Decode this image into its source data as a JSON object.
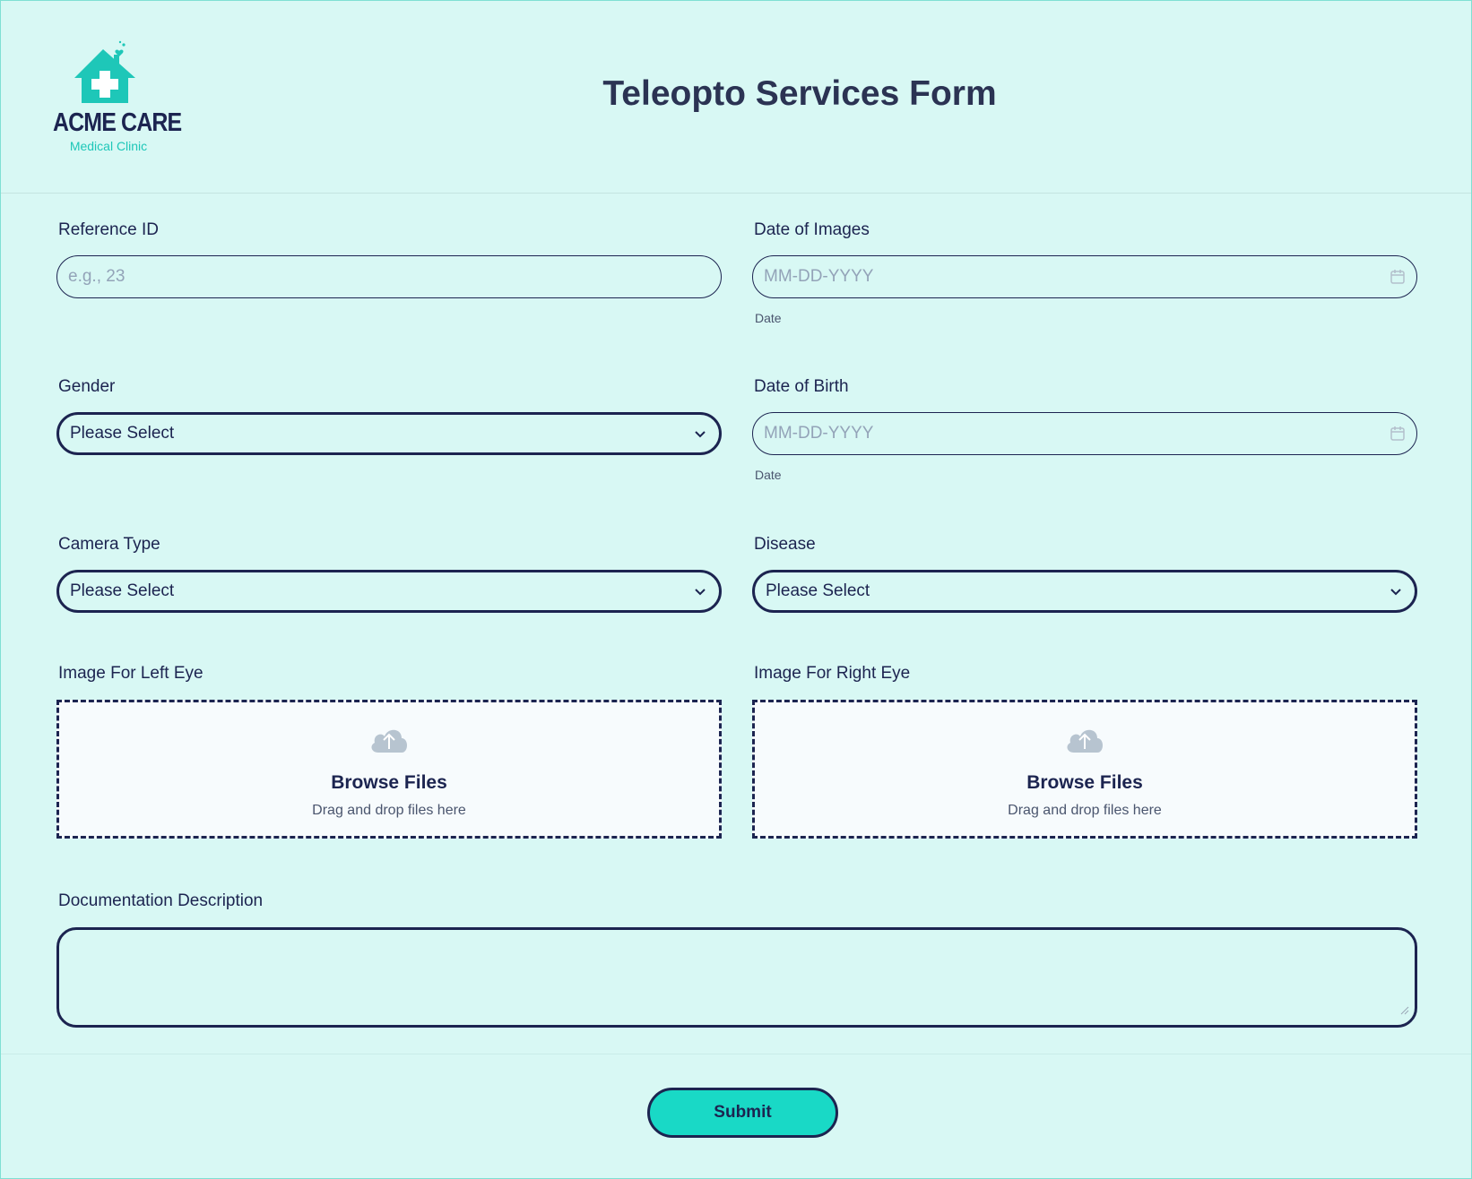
{
  "header": {
    "logo": {
      "title": "ACME CARE",
      "subtitle": "Medical Clinic",
      "icon": "house-medical-icon",
      "color": "#1ec7b8"
    },
    "title": "Teleopto Services Form"
  },
  "fields": {
    "reference_id": {
      "label": "Reference ID",
      "placeholder": "e.g., 23",
      "value": ""
    },
    "date_of_images": {
      "label": "Date of Images",
      "placeholder": "MM-DD-YYYY",
      "sublabel": "Date",
      "icon": "calendar-icon"
    },
    "gender": {
      "label": "Gender",
      "value": "Please Select",
      "icon": "chevron-down-icon"
    },
    "date_of_birth": {
      "label": "Date of Birth",
      "placeholder": "MM-DD-YYYY",
      "sublabel": "Date",
      "icon": "calendar-icon"
    },
    "camera_type": {
      "label": "Camera Type",
      "value": "Please Select",
      "icon": "chevron-down-icon"
    },
    "disease": {
      "label": "Disease",
      "value": "Please Select",
      "icon": "chevron-down-icon"
    },
    "image_left_eye": {
      "label": "Image For Left Eye",
      "browse": "Browse Files",
      "hint": "Drag and drop files here",
      "icon": "cloud-upload-icon"
    },
    "image_right_eye": {
      "label": "Image For Right Eye",
      "browse": "Browse Files",
      "hint": "Drag and drop files here",
      "icon": "cloud-upload-icon"
    },
    "documentation_description": {
      "label": "Documentation Description",
      "value": ""
    }
  },
  "submit": {
    "label": "Submit"
  },
  "colors": {
    "background": "#d8f8f4",
    "accent": "#19d9c6",
    "text": "#1c2450",
    "placeholder": "#93a3b8"
  }
}
